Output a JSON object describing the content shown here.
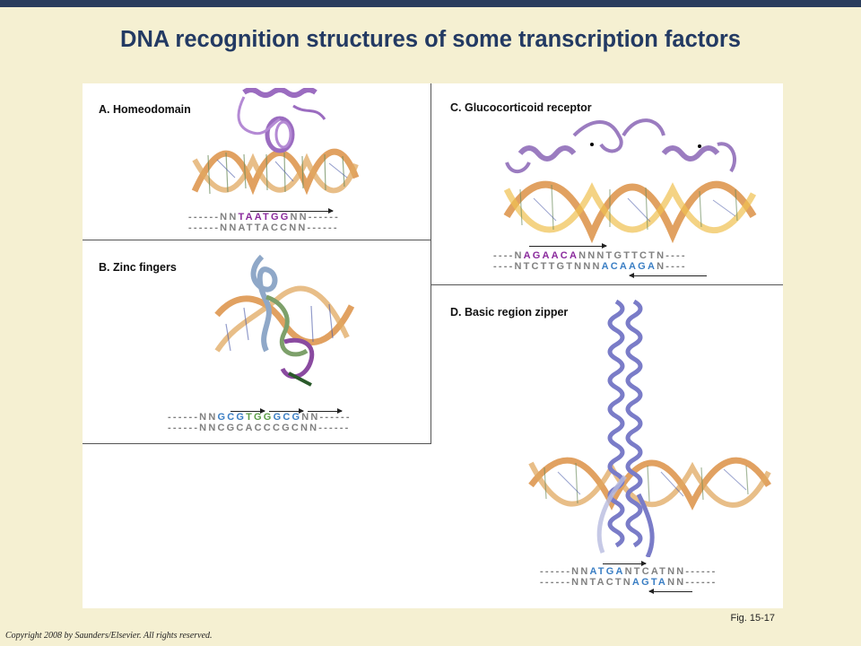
{
  "title": "DNA recognition structures of some transcription factors",
  "fig_label": "Fig. 15-17",
  "copyright": "Copyright 2008 by Saunders/Elsevier. All rights reserved.",
  "colors": {
    "title": "#233a63",
    "purple": "#8a2a9c",
    "blue": "#3a7ec4",
    "green": "#5c9e48"
  },
  "panels": {
    "a": {
      "label": "A. Homeodomain",
      "seq_top": {
        "pre": "------NN",
        "hl": "TAATGG",
        "post": "NN------"
      },
      "seq_bottom": "------NNATTACCNN------"
    },
    "b": {
      "label": "B. Zinc fingers",
      "seq_top": {
        "pre": "------NN",
        "g1": "GCG",
        "g2": "TGG",
        "g3": "GCG",
        "post": "NN------"
      },
      "seq_bottom": "------NNCGCACCCGCNN------"
    },
    "c": {
      "label": "C. Glucocorticoid receptor",
      "seq_top": {
        "pre": "----N",
        "hl": "AGAACA",
        "post": "NNNTGTTCTN----"
      },
      "seq_bottom": {
        "pre": "----NTCTTGTNNN",
        "hl": "ACAAGA",
        "post": "N----"
      }
    },
    "d": {
      "label": "D. Basic region zipper",
      "seq_top": {
        "pre": "------NN",
        "hl": "ATGA",
        "post": "NTCATNN------"
      },
      "seq_bottom": {
        "pre": "------NNTACTN",
        "hl": "AGTA",
        "post": "NN------"
      }
    }
  }
}
